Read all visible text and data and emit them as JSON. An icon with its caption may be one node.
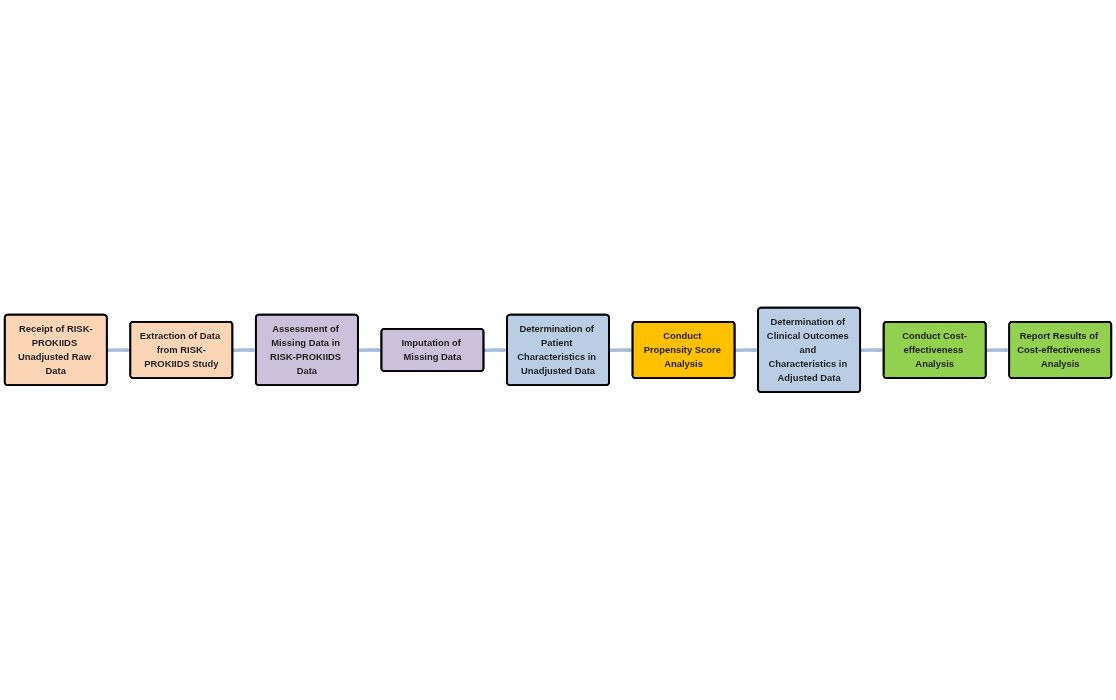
{
  "diagram": {
    "nodes": [
      {
        "text": [
          "Receipt of RISK-PROKIIDS Unadjusted Raw Data"
        ]
      },
      {
        "text": [
          "Extraction of Data from RISK-PROKIIDS Study"
        ]
      },
      {
        "text": [
          "Assessment of Missing Data in RISK-PROKIIDS Data"
        ]
      },
      {
        "text": [
          "Imputation of Missing Data"
        ]
      },
      {
        "text": [
          "Determination of Patient Characteristics in Unadjusted Data"
        ]
      },
      {
        "text": [
          "Conduct Propensity Score Analysis"
        ]
      },
      {
        "text": [
          "Determination of Clinical Outcomes and Characteristics in Adjusted Data"
        ]
      },
      {
        "text": [
          "Conduct Cost-effectiveness Analysis"
        ]
      },
      {
        "text": [
          "Report Results of Cost-effectiveness Analysis"
        ]
      }
    ],
    "edges": [
      {
        "from": 0,
        "to": 1,
        "arrow": "to"
      },
      {
        "from": 1,
        "to": 2,
        "arrow": "to"
      },
      {
        "from": 2,
        "to": 3,
        "arrow": "to"
      },
      {
        "from": 3,
        "to": 4,
        "arrow": "to"
      },
      {
        "from": 4,
        "to": 5,
        "arrow": "to"
      },
      {
        "from": 5,
        "to": 6,
        "arrow": "to"
      },
      {
        "from": 6,
        "to": 7,
        "arrow": "to"
      },
      {
        "from": 7,
        "to": 8,
        "arrow": "to"
      }
    ]
  }
}
